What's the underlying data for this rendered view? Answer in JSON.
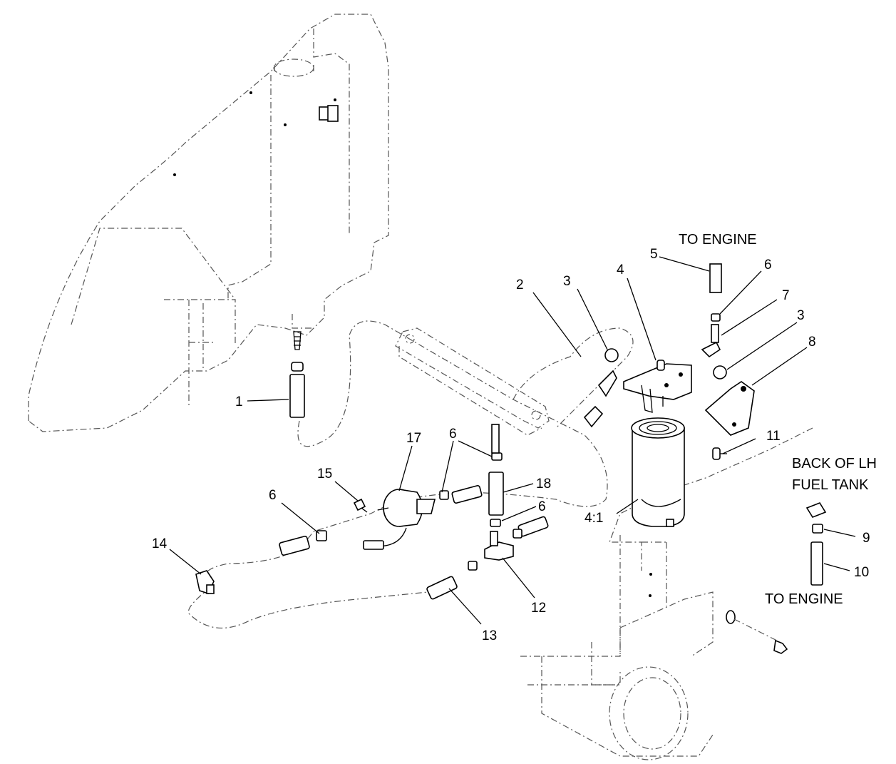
{
  "callouts": {
    "c1": "1",
    "c2": "2",
    "c3a": "3",
    "c3b": "3",
    "c4": "4",
    "c4_1": "4:1",
    "c5": "5",
    "c6a": "6",
    "c6b": "6",
    "c6c": "6",
    "c6d": "6",
    "c7": "7",
    "c8": "8",
    "c9": "9",
    "c10": "10",
    "c11": "11",
    "c12": "12",
    "c13": "13",
    "c14": "14",
    "c15": "15",
    "c17": "17",
    "c18": "18"
  },
  "notes": {
    "to_engine_top": "TO ENGINE",
    "back_of_lh_line1": "BACK OF LH",
    "back_of_lh_line2": "FUEL TANK",
    "to_engine_bottom": "TO ENGINE"
  }
}
